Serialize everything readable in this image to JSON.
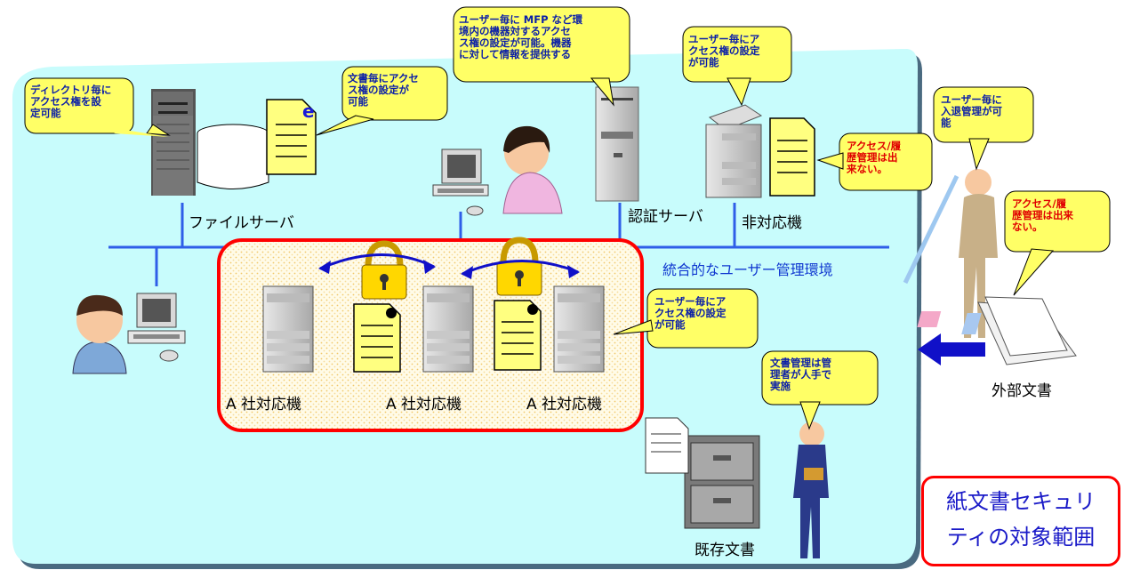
{
  "labels": {
    "file_server": "ファイルサーバ",
    "auth_server": "認証サーバ",
    "non_compatible": "非対応機",
    "a_compatible_1": "A 社対応機",
    "a_compatible_2": "A 社対応機",
    "a_compatible_3": "A 社対応機",
    "integrated_env": "統合的なユーザー管理環境",
    "existing_docs": "既存文書",
    "external_docs": "外部文書"
  },
  "scope_box": {
    "line1": "紙文書セキュリ",
    "line2": "ティの対象範囲"
  },
  "doc_letter": "e",
  "callouts": {
    "directory": [
      "ディレクトリ毎に",
      "アクセス権を設",
      "定可能"
    ],
    "per_document": [
      "文書毎にアクセ",
      "ス権の設定が",
      "可能"
    ],
    "mfp": [
      "ユーザー毎に MFP など環",
      "境内の機器対するアクセ",
      "ス権の設定が可能。機器",
      "に対して情報を提供する"
    ],
    "per_user_printer": [
      "ユーザー毎にア",
      "クセス権の設定",
      "が可能"
    ],
    "non_compatible_note": [
      "アクセス/履",
      "歴管理は出",
      "来ない。"
    ],
    "entry_mgmt": [
      "ユーザー毎に",
      "入退管理が可",
      "能"
    ],
    "external_note": [
      "アクセス/履",
      "歴管理は出来",
      "ない。"
    ],
    "per_user_mfp": [
      "ユーザー毎にア",
      "クセス権の設定",
      "が可能"
    ],
    "manual_mgmt": [
      "文書管理は管",
      "理者が人手で",
      "実施"
    ]
  },
  "colors": {
    "environment": "#c8fcfc",
    "network": "#2f5ee8",
    "a_zone_border": "#ff0000",
    "callout": "#ffff66",
    "arrow": "#1010c8"
  }
}
